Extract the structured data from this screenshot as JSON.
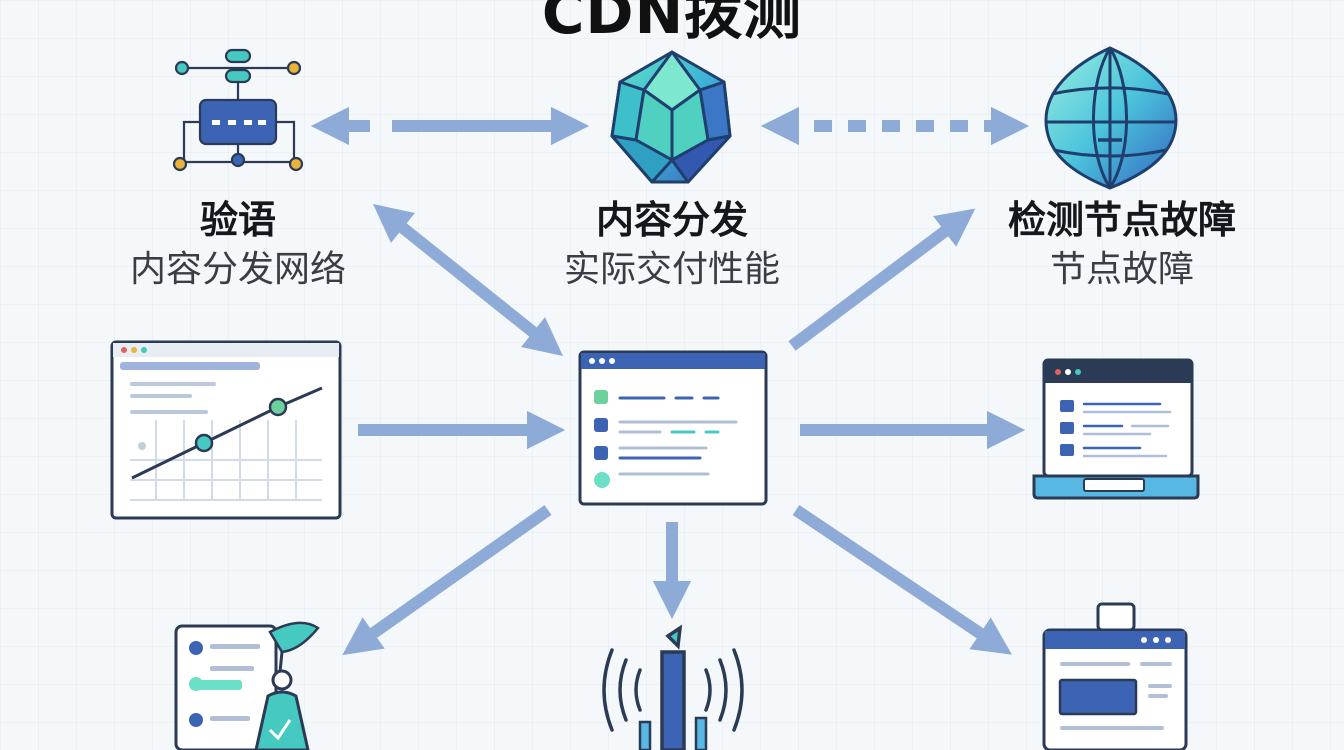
{
  "title": "CDN拨测",
  "nodes": {
    "left": {
      "heading": "验语",
      "subheading": "内容分发网络"
    },
    "center": {
      "heading": "内容分发",
      "subheading": "实际交付性能"
    },
    "right": {
      "heading": "检测节点故障",
      "subheading": "节点故障"
    }
  },
  "colors": {
    "arrow": "#8eabd8",
    "accent_blue": "#3d64b4",
    "accent_teal": "#45c9c0",
    "accent_green": "#6cd19a",
    "accent_yellow": "#e8b43a",
    "outline": "#2b3a55"
  },
  "icons": [
    "network-topology-icon",
    "crystal-node-icon",
    "globe-icon",
    "line-chart-window-icon",
    "dashboard-window-icon",
    "laptop-icon",
    "checklist-person-icon",
    "signal-antenna-icon",
    "browser-briefcase-icon"
  ]
}
